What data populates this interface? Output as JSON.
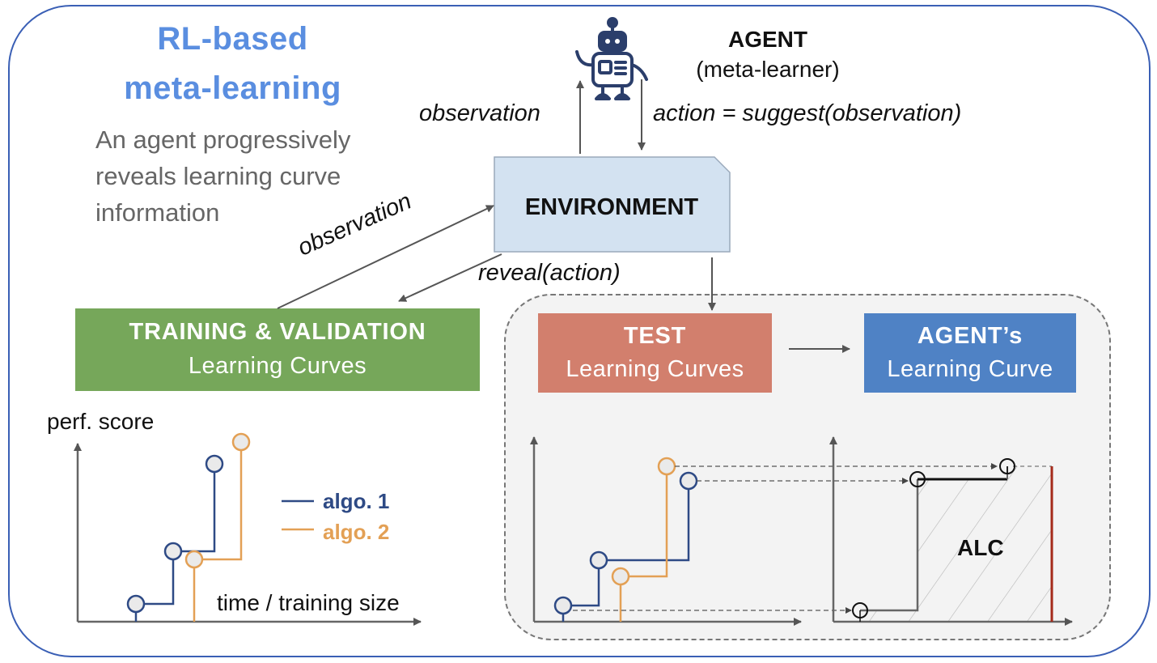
{
  "title": {
    "line1": "RL-based",
    "line2": "meta-learning"
  },
  "description": {
    "line1": "An agent progressively",
    "line2": "reveals learning curve",
    "line3": "information"
  },
  "agent": {
    "title": "AGENT",
    "subtitle": "(meta-learner)"
  },
  "edges": {
    "observation_up": "observation",
    "action": "action = suggest(observation)",
    "observation_diag": "observation",
    "reveal": "reveal(action)"
  },
  "environment": {
    "label": "ENVIRONMENT"
  },
  "training_box": {
    "title": "TRAINING & VALIDATION",
    "subtitle": "Learning Curves",
    "color": "#76a75a"
  },
  "test_box": {
    "title": "TEST",
    "subtitle": "Learning Curves",
    "color": "#d27f6d"
  },
  "agent_box": {
    "title": "AGENT’s",
    "subtitle": "Learning Curve",
    "color": "#4f82c5"
  },
  "left_plot": {
    "ylabel": "perf. score",
    "xlabel": "time / training size"
  },
  "legend": [
    {
      "name": "algo. 1",
      "color": "#2e4a85"
    },
    {
      "name": "algo. 2",
      "color": "#e3a055"
    }
  ],
  "alc_label": "ALC",
  "colors": {
    "frame": "#3a5fb5",
    "title": "#5a8ee0",
    "env_fill": "#d3e2f1",
    "alc_line": "#a52a1a"
  }
}
